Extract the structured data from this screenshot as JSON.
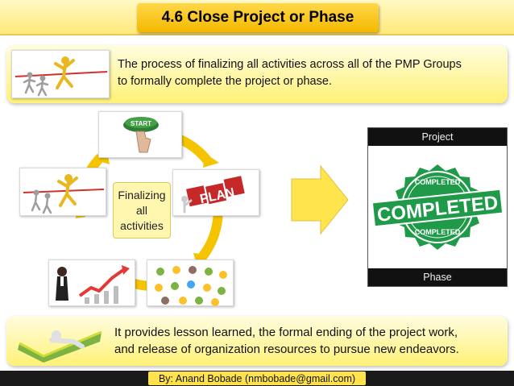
{
  "slide": {
    "title": "4.6 Close Project or Phase"
  },
  "top_panel": {
    "text_line1": "The process of finalizing all activities across all of the PMP Groups",
    "text_line2": "to formally complete the project or phase."
  },
  "cycle": {
    "center_line1": "Finalizing",
    "center_line2": "all",
    "center_line3": "activities",
    "start_button_text": "START",
    "plan_text": "PLAN",
    "ring_color": "#f5c400"
  },
  "outcome": {
    "top_label": "Project",
    "bottom_label": "Phase",
    "stamp_top_text": "COMPLETED",
    "stamp_main_text": "COMPLETED",
    "stamp_bottom_text": "COMPLETED",
    "stamp_color": "#1f9a48"
  },
  "bottom_panel": {
    "text_line1": "It provides lesson learned, the formal ending of the project work,",
    "text_line2": "and release of organization resources to pursue new endeavors."
  },
  "footer": {
    "credit": "By: Anand Bobade (nmbobade@gmail.com)"
  }
}
